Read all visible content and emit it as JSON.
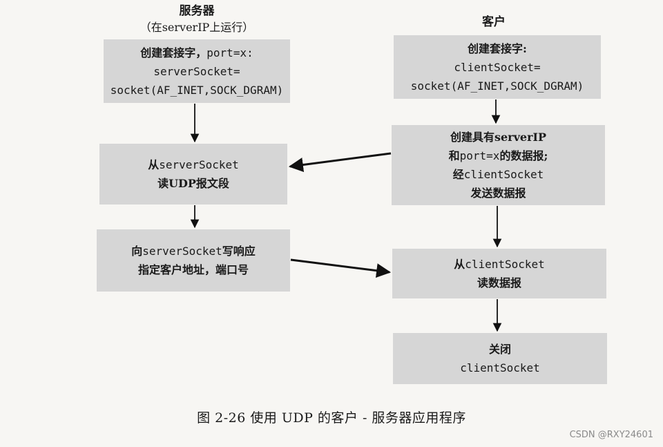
{
  "server_header": {
    "title": "服务器",
    "subtitle": "（在serverIP上运行）"
  },
  "client_header": {
    "title": "客户"
  },
  "boxes": {
    "server_create": {
      "l1": "创建套接字，",
      "l1_code": "port=x:",
      "l2": "serverSocket=",
      "l3": "socket(AF_INET,SOCK_DGRAM)"
    },
    "server_read": {
      "l1_text": "从",
      "l1_code": "serverSocket",
      "l2": "读UDP报文段"
    },
    "server_write": {
      "l1_text": "向",
      "l1_code": "serverSocket",
      "l1_tail": "写响应",
      "l2": "指定客户地址，端口号"
    },
    "client_create": {
      "l1": "创建套接字:",
      "l2": "clientSocket=",
      "l3": "socket(AF_INET,SOCK_DGRAM)"
    },
    "client_send": {
      "l1": "创建具有serverIP",
      "l2_text": "和",
      "l2_code": "port=x",
      "l2_tail": "的数据报;",
      "l3_text": "经",
      "l3_code": "clientSocket",
      "l4": "发送数据报"
    },
    "client_read": {
      "l1_text": "从",
      "l1_code": "clientSocket",
      "l2": "读数据报"
    },
    "client_close": {
      "l1": "关闭",
      "l2": "clientSocket"
    }
  },
  "caption": "图 2-26   使用 UDP 的客户 - 服务器应用程序",
  "watermark": "CSDN @RXY24601"
}
